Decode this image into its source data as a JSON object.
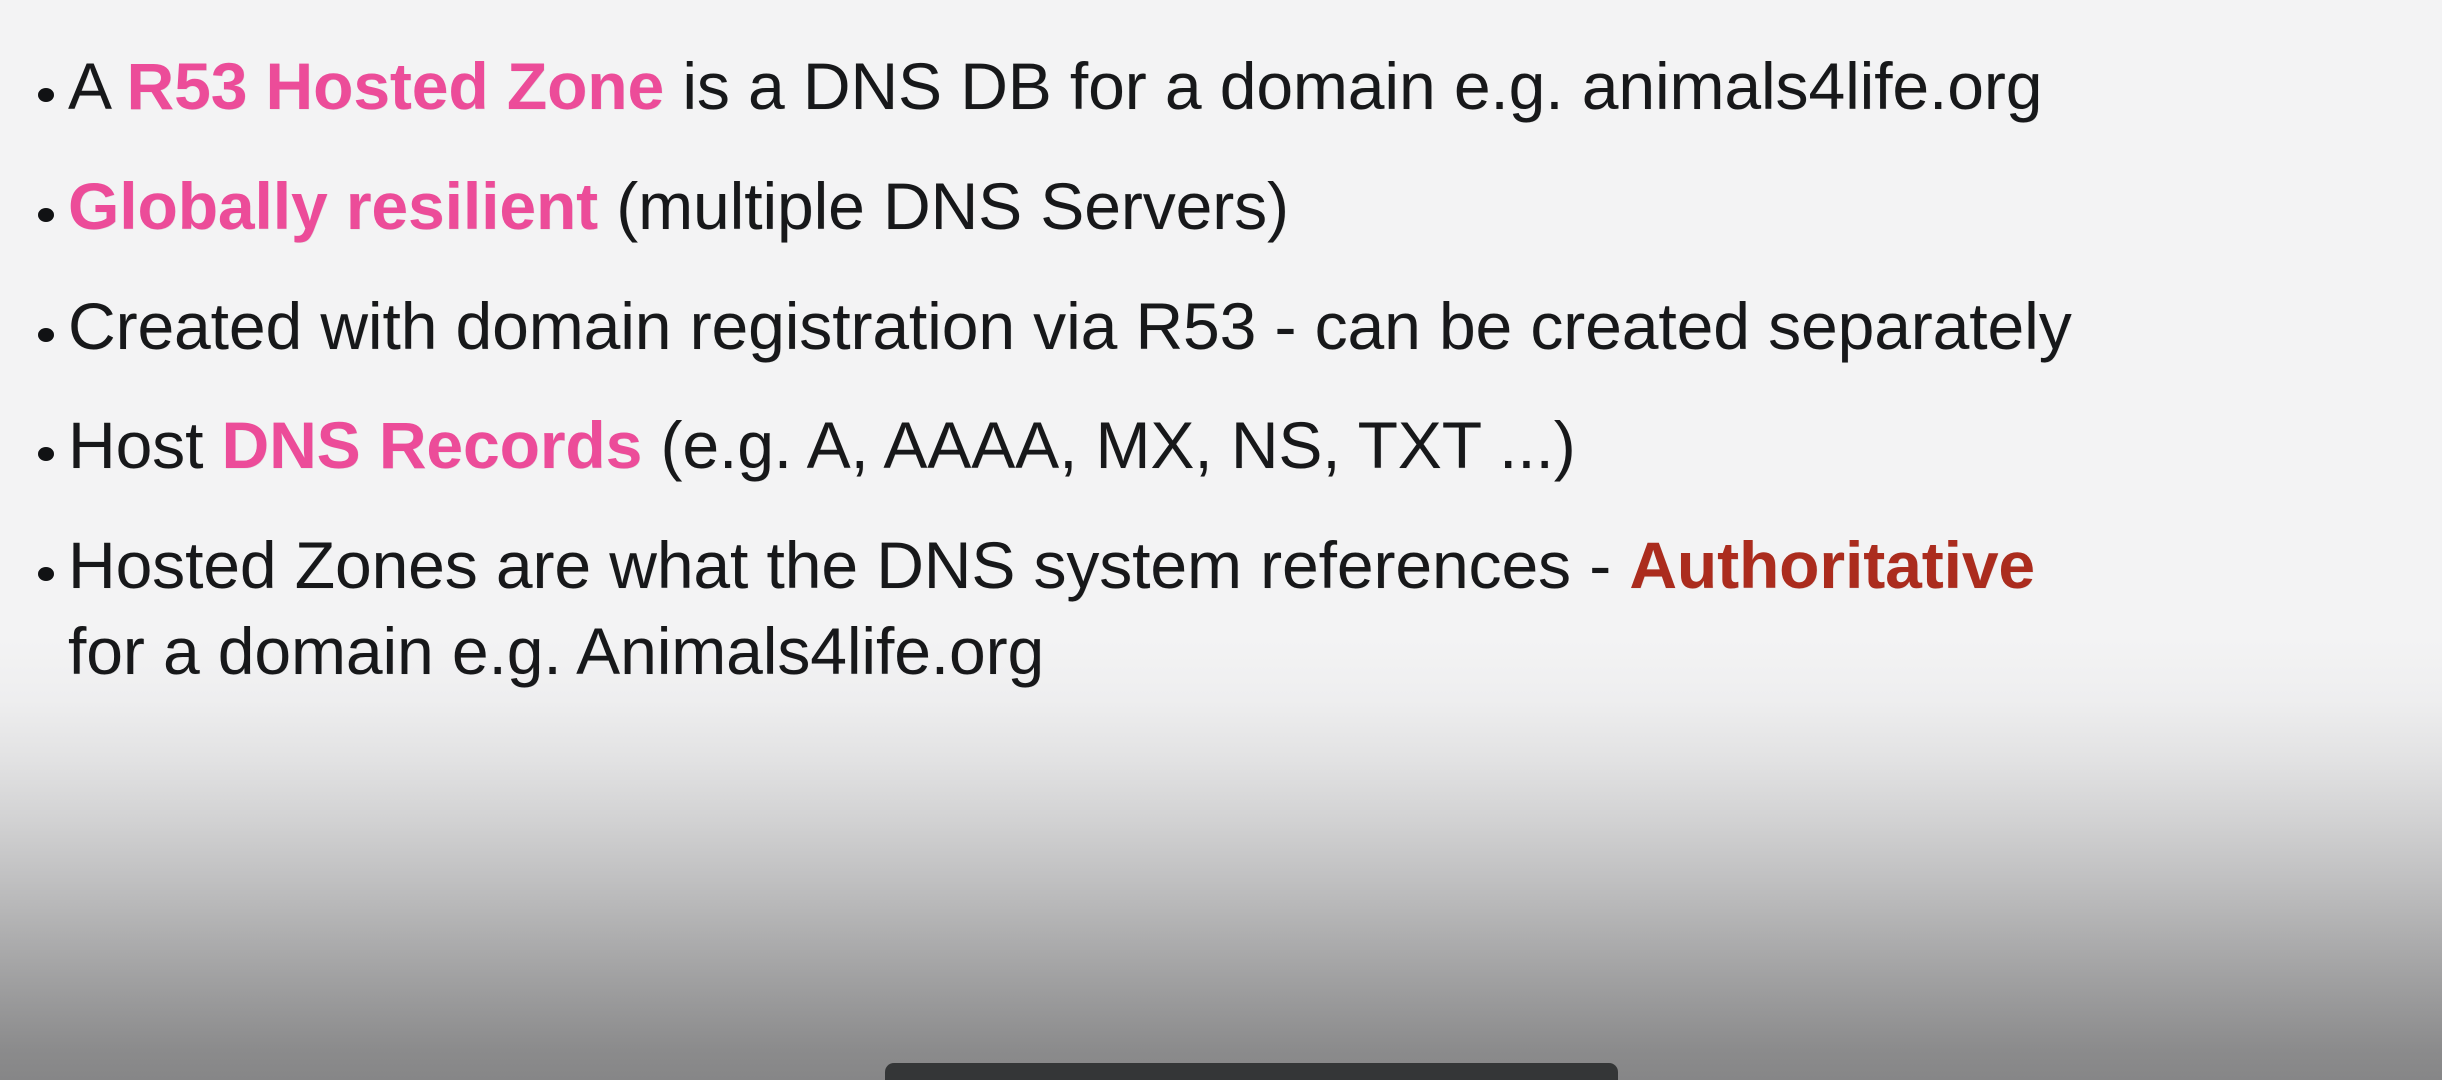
{
  "slide": {
    "background": {
      "top_color": "#f3f3f4",
      "bottom_color": "#868687",
      "type": "vertical-gradient"
    },
    "accent_colors": {
      "pink": "#ec4c99",
      "dark_red": "#ab2c1e",
      "text": "#17181a"
    },
    "bullet_glyph": "•",
    "bullets": [
      {
        "id": "hosted-zone-definition",
        "segments": [
          {
            "text": "A ",
            "style": "normal"
          },
          {
            "text": "R53 Hosted Zone",
            "style": "pink-bold"
          },
          {
            "text": " is a DNS DB for a domain e.g. animals4life.org",
            "style": "normal"
          }
        ],
        "plain": "A R53 Hosted Zone is a DNS DB for a domain e.g. animals4life.org"
      },
      {
        "id": "globally-resilient",
        "segments": [
          {
            "text": "Globally resilient",
            "style": "pink-bold"
          },
          {
            "text": " (multiple DNS Servers)",
            "style": "normal"
          }
        ],
        "plain": "Globally resilient (multiple DNS Servers)"
      },
      {
        "id": "created-with-registration",
        "segments": [
          {
            "text": "Created with domain registration via R53 - can be created separately",
            "style": "normal"
          }
        ],
        "plain": "Created with domain registration via R53 - can be created separately"
      },
      {
        "id": "host-dns-records",
        "segments": [
          {
            "text": "Host ",
            "style": "normal"
          },
          {
            "text": "DNS Records",
            "style": "pink-bold"
          },
          {
            "text": " (e.g. A, AAAA, MX, NS, TXT ...)",
            "style": "normal"
          }
        ],
        "plain": "Host DNS Records (e.g. A, AAAA, MX, NS, TXT ...)"
      },
      {
        "id": "authoritative-reference",
        "segments": [
          {
            "text": "Hosted Zones are what the DNS system references - ",
            "style": "normal"
          },
          {
            "text": "Authoritative",
            "style": "red-bold"
          },
          {
            "text": " for a domain e.g. Animals4life.org",
            "style": "normal"
          }
        ],
        "plain": "Hosted Zones are what the DNS system references - Authoritative for a domain e.g. Animals4life.org"
      }
    ]
  },
  "player": {
    "control_bar_color": "#343637",
    "visible": true
  },
  "b1": {
    "s1": "A ",
    "s2": "R53 Hosted Zone",
    "s3": " is a DNS DB for a domain e.g. animals4life.org"
  },
  "b2": {
    "s1": "Globally resilient",
    "s2": " (multiple DNS Servers)"
  },
  "b3": {
    "s1": "Created with domain registration via R53 - can be created separately"
  },
  "b4": {
    "s1": "Host ",
    "s2": "DNS Records",
    "s3": " (e.g. A, AAAA, MX, NS, TXT ...)"
  },
  "b5": {
    "s1": "Hosted Zones are what the DNS system references - ",
    "s2": "Authoritative",
    "s3": " for a domain e.g. Animals4life.org"
  }
}
